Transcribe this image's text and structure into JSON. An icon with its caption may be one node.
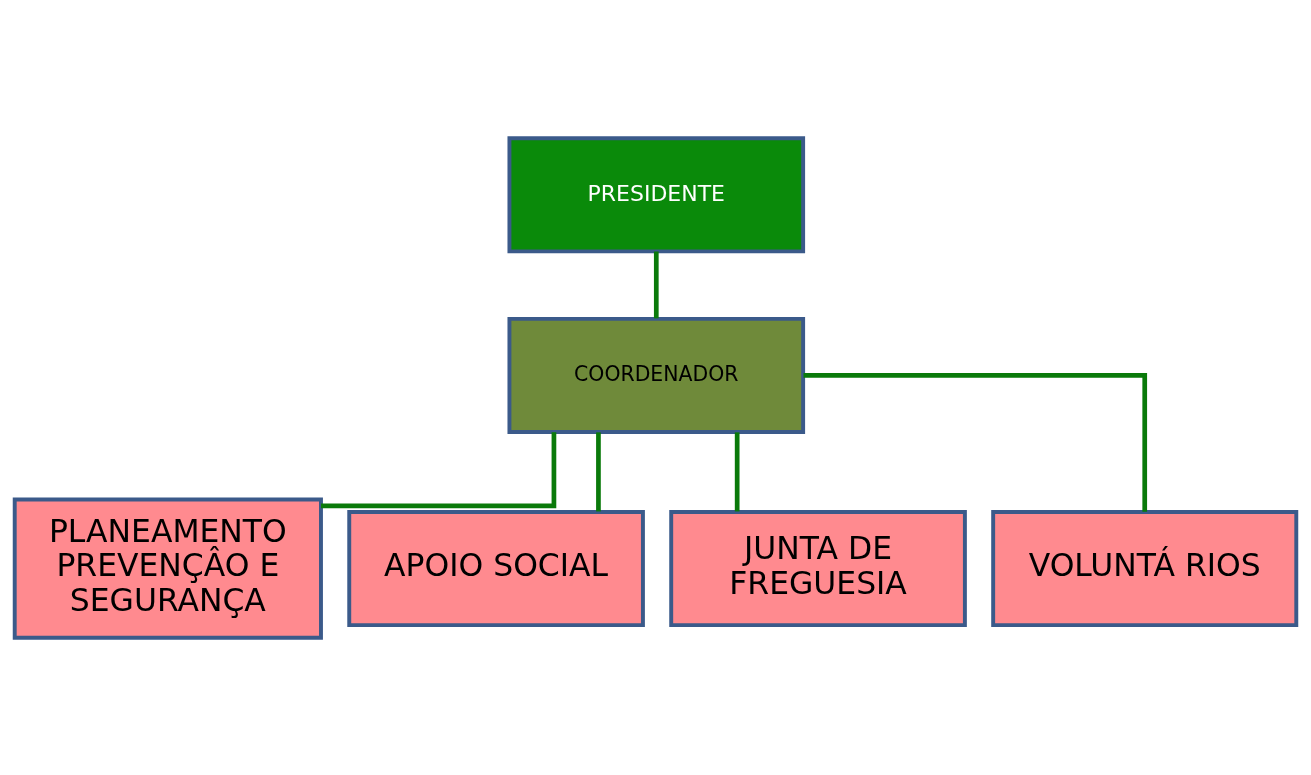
{
  "diagram": {
    "nodes": [
      {
        "text": [
          "PRESIDENTE"
        ]
      },
      {
        "text": [
          "COORDENADOR"
        ]
      },
      {
        "text": [
          "PLANEAMENTO PREVENÇÂO E SEGURANÇA"
        ]
      },
      {
        "text": [
          "APOIO SOCIAL"
        ]
      },
      {
        "text": [
          "JUNTA DE FREGUESIA"
        ]
      },
      {
        "text": [
          "VOLUNTÁ RIOS"
        ]
      }
    ],
    "edges": [
      {
        "from": 0,
        "to": 1,
        "arrow": "none"
      },
      {
        "from": 1,
        "to": 2,
        "arrow": "none"
      },
      {
        "from": 1,
        "to": 3,
        "arrow": "none"
      },
      {
        "from": 1,
        "to": 4,
        "arrow": "none"
      },
      {
        "from": 1,
        "to": 5,
        "arrow": "none"
      }
    ]
  }
}
